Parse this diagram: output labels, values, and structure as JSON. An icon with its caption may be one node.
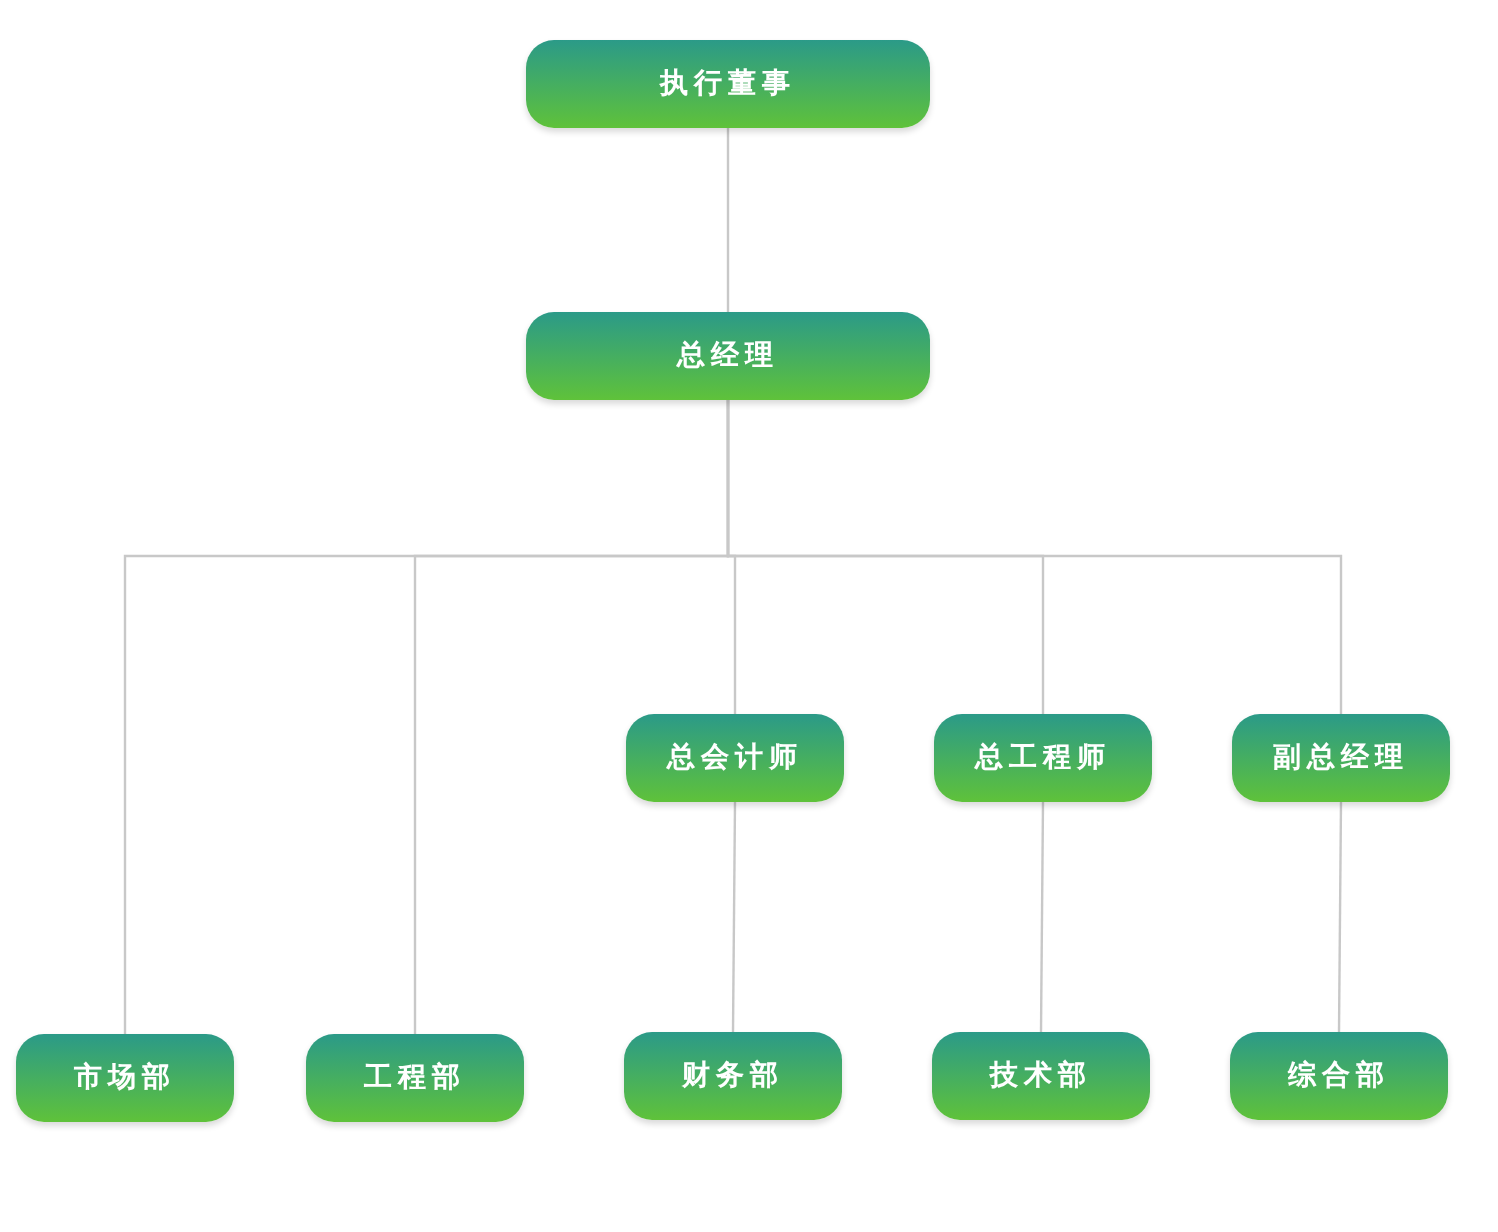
{
  "diagram": {
    "nodes": [
      {
        "text": [
          "执行董事"
        ]
      },
      {
        "text": [
          "总经理"
        ]
      },
      {
        "text": [
          "总会计师"
        ]
      },
      {
        "text": [
          "总工程师"
        ]
      },
      {
        "text": [
          "副总经理"
        ]
      },
      {
        "text": [
          "市场部"
        ]
      },
      {
        "text": [
          "工程部"
        ]
      },
      {
        "text": [
          "财务部"
        ]
      },
      {
        "text": [
          "技术部"
        ]
      },
      {
        "text": [
          "综合部"
        ]
      }
    ],
    "edges": [
      {
        "from": 0,
        "to": 1,
        "arrow": "none"
      },
      {
        "from": 1,
        "to": 5,
        "arrow": "none"
      },
      {
        "from": 1,
        "to": 6,
        "arrow": "none"
      },
      {
        "from": 1,
        "to": 2,
        "arrow": "none"
      },
      {
        "from": 1,
        "to": 3,
        "arrow": "none"
      },
      {
        "from": 1,
        "to": 4,
        "arrow": "none"
      },
      {
        "from": 2,
        "to": 7,
        "arrow": "none"
      },
      {
        "from": 3,
        "to": 8,
        "arrow": "none"
      },
      {
        "from": 4,
        "to": 9,
        "arrow": "none"
      }
    ]
  }
}
